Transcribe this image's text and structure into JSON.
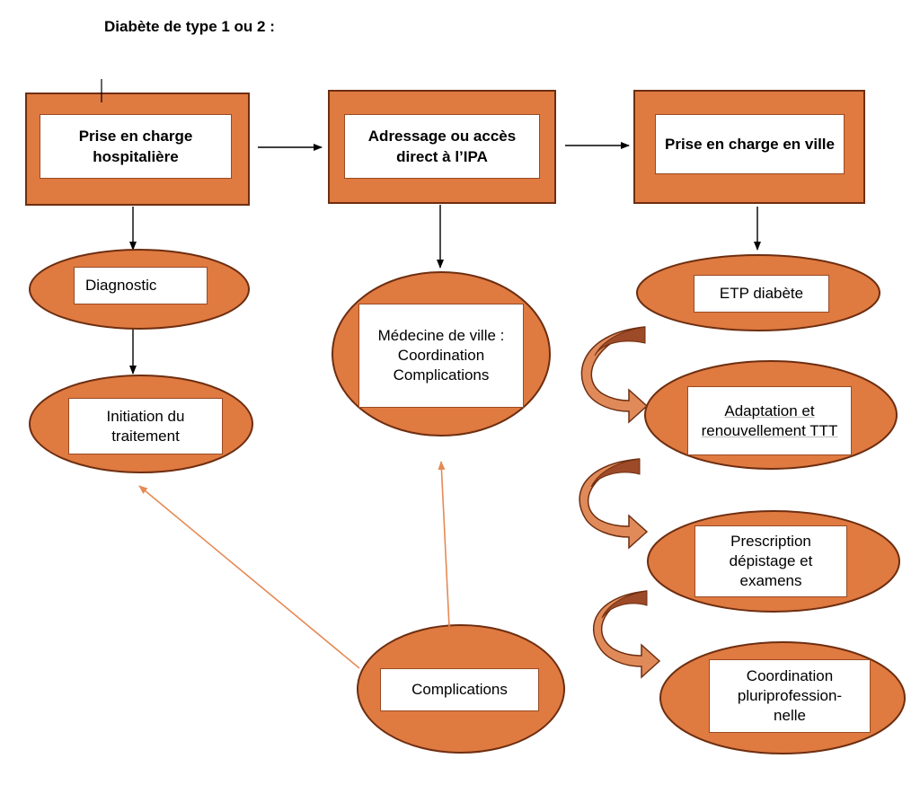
{
  "title": "Diabète de type 1 ou 2 :",
  "colors": {
    "fill": "#df7a41",
    "stroke": "#6e2e10",
    "arrow": "#000000",
    "orange_arrow": "#e58a55",
    "curve_dark": "#9c4a28",
    "curve_light": "#e08a5a"
  },
  "nodes": {
    "hospital": "Prise en charge hospitalière",
    "ipa": "Adressage ou accès direct à l’IPA",
    "ville": "Prise en charge en ville",
    "diagnostic": "Diagnostic",
    "initiation": "Initiation du traitement",
    "medecine": "Médecine de ville : Coordination Complications",
    "etp": "ETP diabète",
    "adaptation": "Adaptation et renouvellement TTT",
    "prescription": "Prescription dépistage et examens",
    "coordination": "Coordination pluriprofession-nelle",
    "complications": "Complications"
  }
}
